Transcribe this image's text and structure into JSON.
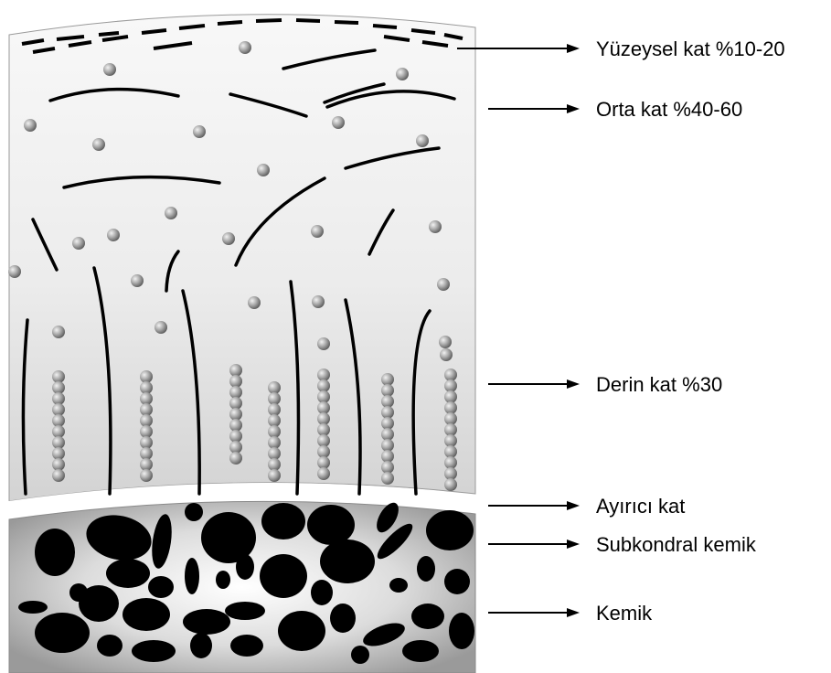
{
  "labels": {
    "superficial": "Yüzeysel kat %10-20",
    "middle": "Orta kat %40-60",
    "deep": "Derin kat %30",
    "tidemark": "Ayırıcı kat",
    "subchondral": "Subkondral kemik",
    "bone": "Kemik"
  },
  "colors": {
    "cartilage_light": "#f7f7f7",
    "cartilage_dark": "#d4d4d4",
    "bone_bg_light": "#ffffff",
    "bone_bg_dark": "#a8a8a8",
    "ink": "#000000",
    "cell_light": "#e6e6e6",
    "cell_dark": "#6a6a6a"
  }
}
